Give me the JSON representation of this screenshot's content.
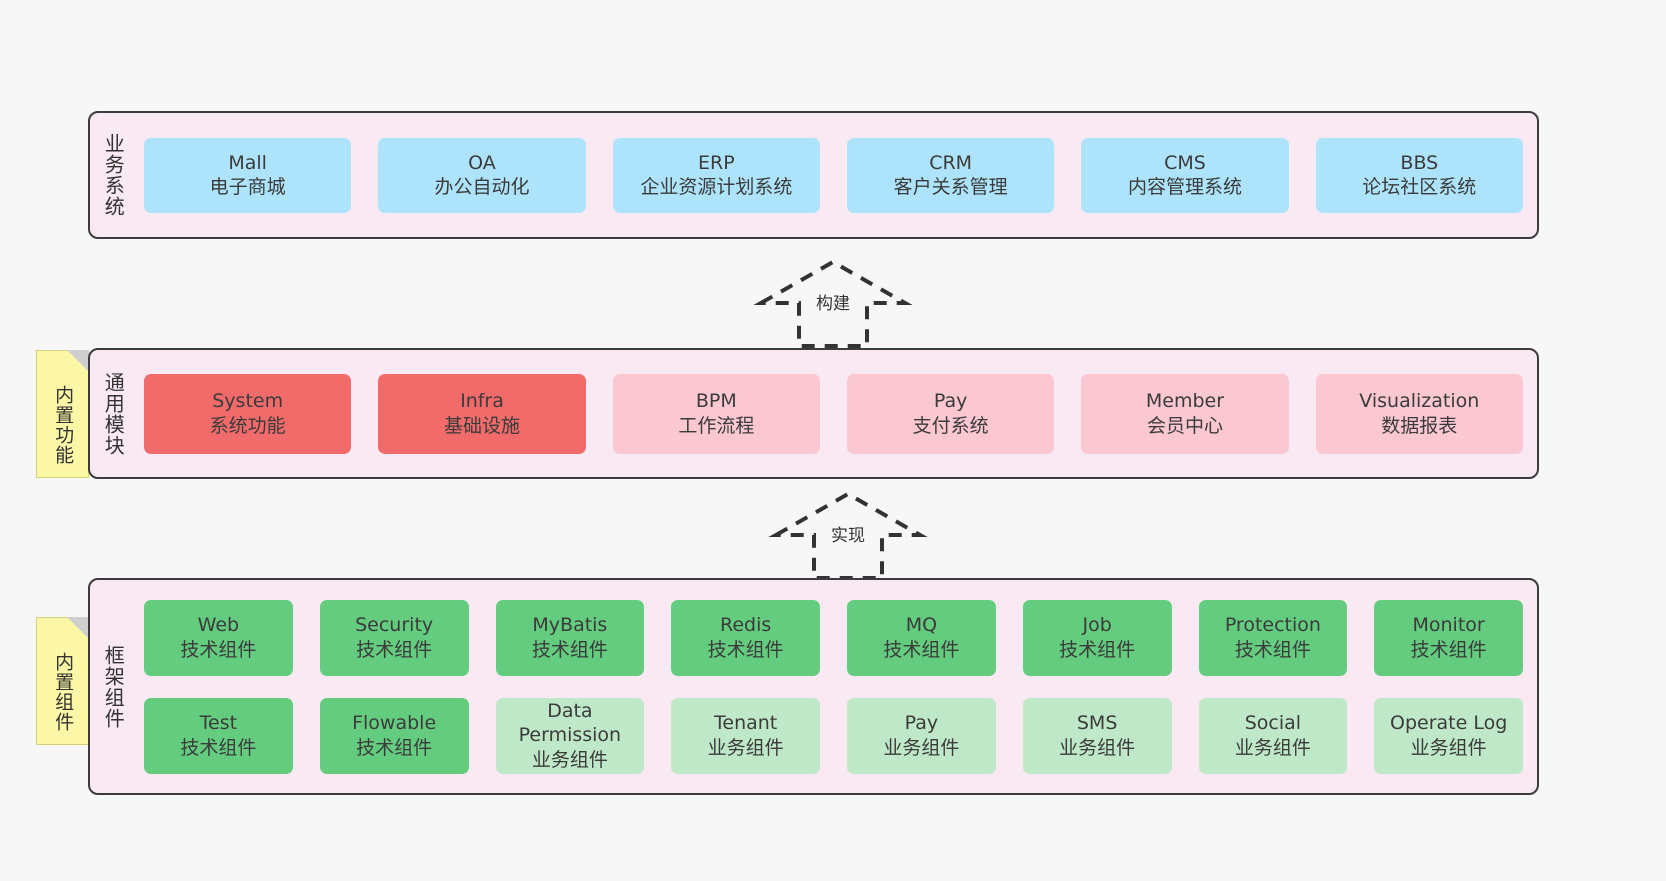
{
  "background": "#f7f7f7",
  "palette": {
    "layer_fill": "#f9e9f3",
    "layer_border": "#3c3c3c",
    "blue": "#ade4fb",
    "red": "#f26b6b",
    "pink": "#fbc7d1",
    "green": "#63cc7f",
    "light_green": "#bfe8c8",
    "note_yellow": "#fbf7a6",
    "note_fold": "#cfcfcf",
    "text": "#333333"
  },
  "layers": [
    {
      "id": "business",
      "title": "业务系统",
      "rows": [
        {
          "cards": [
            {
              "title": "Mall",
              "subtitle": "电子商城",
              "color": "c-blue"
            },
            {
              "title": "OA",
              "subtitle": "办公自动化",
              "color": "c-blue"
            },
            {
              "title": "ERP",
              "subtitle": "企业资源计划系统",
              "color": "c-blue"
            },
            {
              "title": "CRM",
              "subtitle": "客户关系管理",
              "color": "c-blue"
            },
            {
              "title": "CMS",
              "subtitle": "内容管理系统",
              "color": "c-blue"
            },
            {
              "title": "BBS",
              "subtitle": "论坛社区系统",
              "color": "c-blue"
            }
          ]
        }
      ]
    },
    {
      "id": "module",
      "title": "通用模块",
      "rows": [
        {
          "cards": [
            {
              "title": "System",
              "subtitle": "系统功能",
              "color": "c-red"
            },
            {
              "title": "Infra",
              "subtitle": "基础设施",
              "color": "c-red"
            },
            {
              "title": "BPM",
              "subtitle": "工作流程",
              "color": "c-pink"
            },
            {
              "title": "Pay",
              "subtitle": "支付系统",
              "color": "c-pink"
            },
            {
              "title": "Member",
              "subtitle": "会员中心",
              "color": "c-pink"
            },
            {
              "title": "Visualization",
              "subtitle": "数据报表",
              "color": "c-pink"
            }
          ]
        }
      ]
    },
    {
      "id": "framework",
      "title": "框架组件",
      "rows": [
        {
          "cards": [
            {
              "title": "Web",
              "subtitle": "技术组件",
              "color": "c-green"
            },
            {
              "title": "Security",
              "subtitle": "技术组件",
              "color": "c-green"
            },
            {
              "title": "MyBatis",
              "subtitle": "技术组件",
              "color": "c-green"
            },
            {
              "title": "Redis",
              "subtitle": "技术组件",
              "color": "c-green"
            },
            {
              "title": "MQ",
              "subtitle": "技术组件",
              "color": "c-green"
            },
            {
              "title": "Job",
              "subtitle": "技术组件",
              "color": "c-green"
            },
            {
              "title": "Protection",
              "subtitle": "技术组件",
              "color": "c-green"
            },
            {
              "title": "Monitor",
              "subtitle": "技术组件",
              "color": "c-green"
            }
          ]
        },
        {
          "cards": [
            {
              "title": "Test",
              "subtitle": "技术组件",
              "color": "c-green"
            },
            {
              "title": "Flowable",
              "subtitle": "技术组件",
              "color": "c-green"
            },
            {
              "title": "Data Permission",
              "subtitle": "业务组件",
              "color": "c-lightgreen"
            },
            {
              "title": "Tenant",
              "subtitle": "业务组件",
              "color": "c-lightgreen"
            },
            {
              "title": "Pay",
              "subtitle": "业务组件",
              "color": "c-lightgreen"
            },
            {
              "title": "SMS",
              "subtitle": "业务组件",
              "color": "c-lightgreen"
            },
            {
              "title": "Social",
              "subtitle": "业务组件",
              "color": "c-lightgreen"
            },
            {
              "title": "Operate Log",
              "subtitle": "业务组件",
              "color": "c-lightgreen"
            }
          ]
        }
      ]
    }
  ],
  "notes": [
    {
      "id": "functions",
      "label": "内置功能"
    },
    {
      "id": "components",
      "label": "内置组件"
    }
  ],
  "arrows": [
    {
      "id": "build",
      "label": "构建"
    },
    {
      "id": "implement",
      "label": "实现"
    }
  ]
}
